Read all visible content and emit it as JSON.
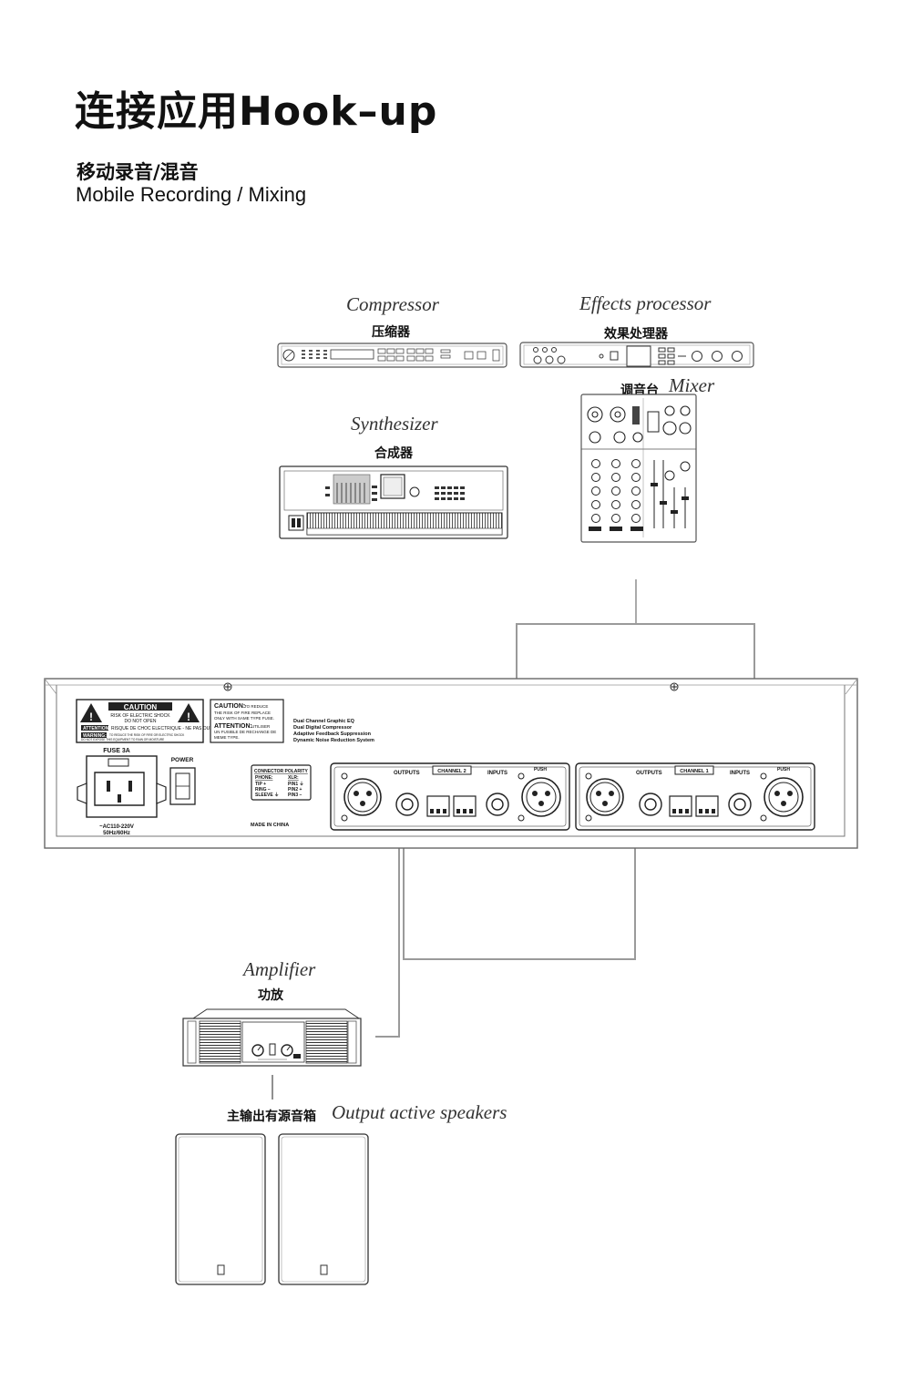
{
  "title": "连接应用Hook–up",
  "subtitle": {
    "zh": "移动录音/混音",
    "en": "Mobile Recording / Mixing"
  },
  "devices": {
    "compressor": {
      "en": "Compressor",
      "zh": "压缩器"
    },
    "effects": {
      "en": "Effects processor",
      "zh": "效果处理器"
    },
    "mixer": {
      "en": "Mixer",
      "zh": "调音台"
    },
    "synth": {
      "en": "Synthesizer",
      "zh": "合成器"
    },
    "amplifier": {
      "en": "Amplifier",
      "zh": "功放"
    },
    "speakers": {
      "en": "Output active speakers",
      "zh": "主输出有源音箱"
    }
  },
  "rear_panel": {
    "caution": "CAUTION",
    "caution_sub1": "RISK OF ELECTRIC SHOCK",
    "caution_sub2": "DO NOT OPEN",
    "attention": "ATTENTION:",
    "attention_text": "RISQUE DE CHOC ELECTRIQUE - NE PAS OUVRIR",
    "warning": "WARNING:",
    "warning_text": "TO REDUCE THE RISK OF FIRE OR ELECTRIC SHOCK DO NOT EXPOSE THIS EQUIPMENT TO RAIN OR MOISTURE",
    "caution2": "CAUTION:",
    "caution2_text": "TO REDUCE THE RISK OF FIRE REPLACE ONLY WITH SAME TYPE FUSE.",
    "attention2": "ATTENTION:",
    "attention2_text": "UTILISER UN FUSIBLE DE RECHANGE DE MEME TYPE.",
    "features": [
      "Dual Channel Graphic EQ",
      "Dual Digital Compressor",
      "Adaptive Feedback Suppression",
      "Dynamic Noise Reduction System"
    ],
    "fuse": "FUSE 3A",
    "power": "POWER",
    "voltage": "~AC110-220V",
    "frequency": "50Hz/60Hz",
    "polarity_title": "CONNECTOR POLARITY",
    "polarity_phone": "PHONE:",
    "polarity_xlr": "XLR:",
    "polarity_rows": [
      {
        "phone": "TIP +",
        "xlr": "PIN1 ⏚"
      },
      {
        "phone": "RING −",
        "xlr": "PIN2 +"
      },
      {
        "phone": "SLEEVE ⏚",
        "xlr": "PIN3 −"
      }
    ],
    "made_in": "MADE IN CHINA",
    "outputs": "OUTPUTS",
    "inputs": "INPUTS",
    "push": "PUSH",
    "channel2": "CHANNEL 2",
    "channel1": "CHANNEL 1"
  }
}
